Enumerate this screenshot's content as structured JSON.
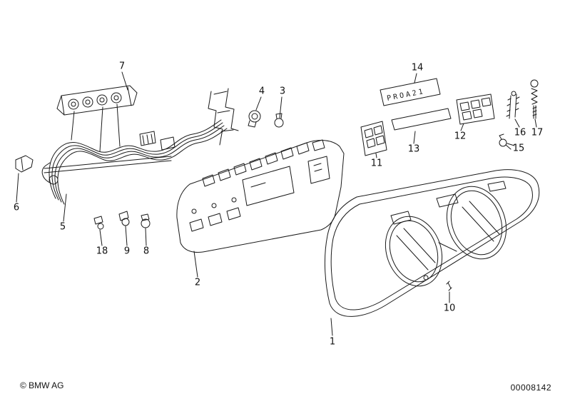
{
  "figure": {
    "plate_label": "PROA21",
    "copyright": "© BMW AG",
    "doc_number": "00008142"
  },
  "callouts": {
    "1": "1",
    "2": "2",
    "3": "3",
    "4": "4",
    "5": "5",
    "6": "6",
    "7": "7",
    "8": "8",
    "9": "9",
    "10": "10",
    "11": "11",
    "12": "12",
    "13": "13",
    "14": "14",
    "15": "15",
    "16": "16",
    "17": "17",
    "18": "18"
  }
}
